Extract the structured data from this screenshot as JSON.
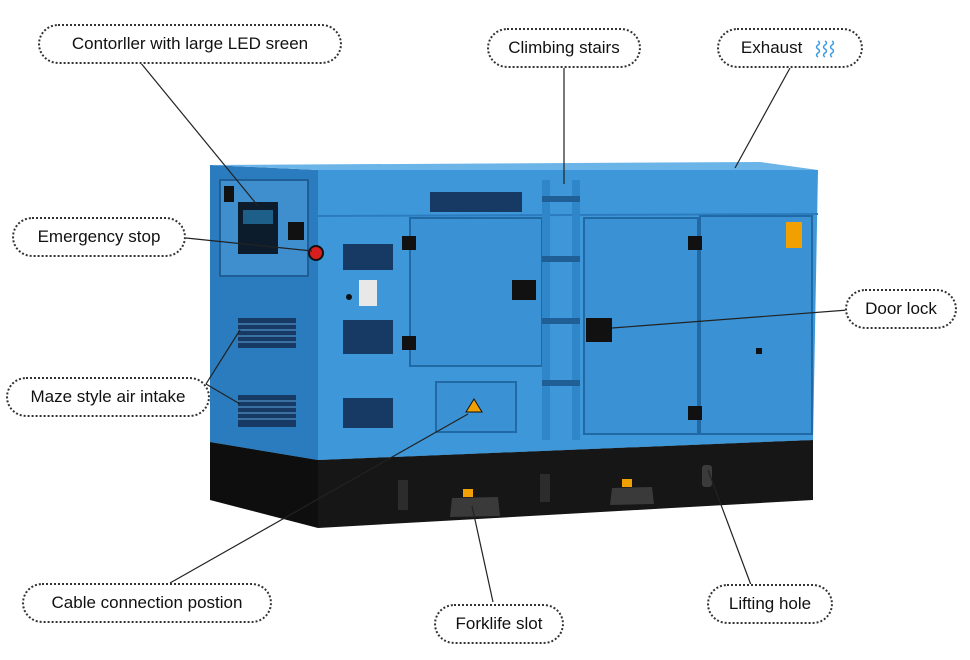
{
  "colors": {
    "body": "#3d97d9",
    "body_dark": "#2a7cbf",
    "base": "#1a1a1a",
    "grille": "#163a63",
    "callout_border": "#333333",
    "exhaust_waves": "#3b9be0"
  },
  "callouts": {
    "controller": "Contorller with large LED sreen",
    "climbing_stairs": "Climbing stairs",
    "exhaust": "Exhaust",
    "emergency_stop": "Emergency stop",
    "door_lock": "Door lock",
    "air_intake": "Maze style air intake",
    "cable_connection": "Cable connection postion",
    "forklift_slot": "Forklife slot",
    "lifting_hole": "Lifting hole"
  },
  "icons": {
    "exhaust": "exhaust-waves-icon"
  }
}
